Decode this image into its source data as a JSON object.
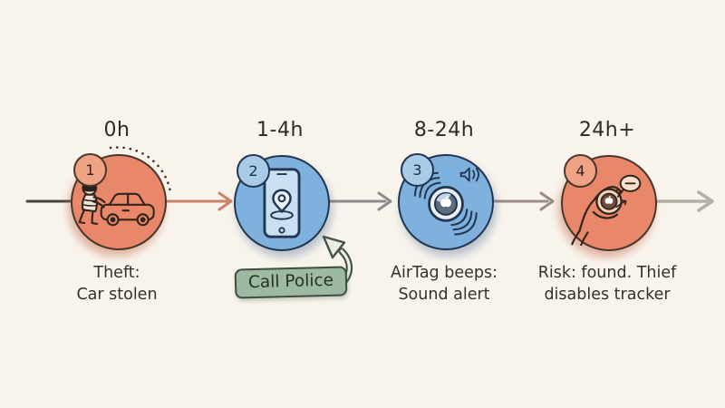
{
  "stages": [
    {
      "number": "1",
      "time": "0h",
      "caption": "Theft:\nCar stolen",
      "icon": "thief-stealing-car-icon",
      "circle_color": "#E8876A",
      "badge_color": "#F0A285"
    },
    {
      "number": "2",
      "time": "1-4h",
      "caption": "",
      "icon": "phone-location-tracking-icon",
      "circle_color": "#7EB1DD",
      "badge_color": "#A9CBE8",
      "callout": {
        "label": "Call Police",
        "color": "#9DB9A1"
      }
    },
    {
      "number": "3",
      "time": "8-24h",
      "caption": "AirTag beeps:\nSound alert",
      "icon": "airtag-sound-alert-icon",
      "circle_color": "#7EB1DD",
      "badge_color": "#A9CBE8"
    },
    {
      "number": "4",
      "time": "24h+",
      "caption": "Risk: found. Thief\ndisables tracker",
      "icon": "hand-disabling-airtag-icon",
      "circle_color": "#E8876A",
      "badge_color": "#F0A285"
    }
  ],
  "colors": {
    "background": "#F8F4ED",
    "outline_dark_brown": "#4A372B",
    "outline_navy": "#24364F",
    "text": "#36302B",
    "timeline_start_segment": "#4A443E",
    "timeline_orange_segment": "#C9826A",
    "timeline_gray_segment": "#8C8C8A",
    "timeline_mauve_segment": "#9B8D86",
    "timeline_end_segment": "#B4AEA7",
    "callout_green": "#9DB9A1"
  }
}
